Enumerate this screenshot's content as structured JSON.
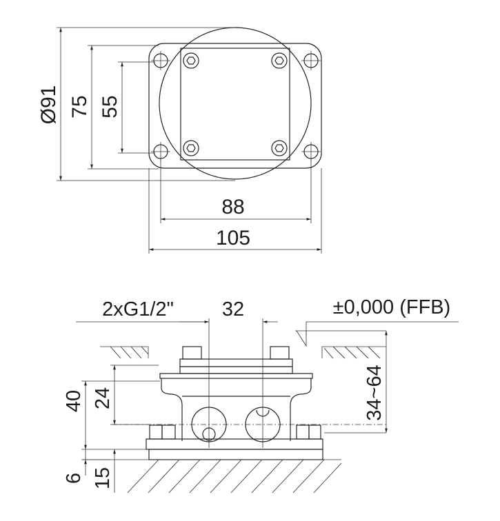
{
  "top_view": {
    "dim_diameter": "Ø91",
    "dim_75": "75",
    "dim_55": "55",
    "dim_88": "88",
    "dim_105": "105"
  },
  "side_view": {
    "thread_label": "2xG1/2\"",
    "dim_32": "32",
    "level_label": "±0,000 (FFB)",
    "dim_34_64": "34~64",
    "dim_40": "40",
    "dim_24": "24",
    "dim_6": "6",
    "dim_15": "15"
  }
}
